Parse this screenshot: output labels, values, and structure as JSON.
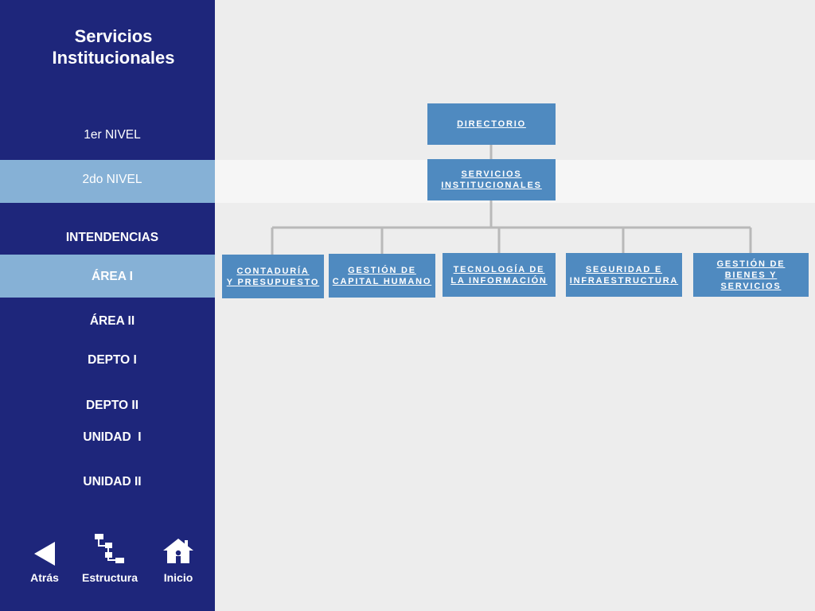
{
  "sidebar": {
    "title": "Servicios\nInstitucionales",
    "items": {
      "nivel1": "1er NIVEL",
      "nivel2": "2do NIVEL",
      "intendencias": "INTENDENCIAS",
      "area1": "ÁREA I",
      "area2": "ÁREA II",
      "depto1": "DEPTO I",
      "depto2": "DEPTO II",
      "unidad1": "UNIDAD  I",
      "unidad2": "UNIDAD II"
    },
    "nav": {
      "back": "Atrás",
      "structure": "Estructura",
      "home": "Inicio"
    }
  },
  "colors": {
    "sidebar": "#1e267b",
    "highlight": "#86b1d6",
    "box": "#4f8ac0",
    "connector": "#b9b9b9",
    "background": "#ededed"
  },
  "org": {
    "directorio": "DIRECTORIO",
    "servicios": "SERVICIOS\nINSTITUCIONALES",
    "areas": [
      "CONTADURÍA\nY PRESUPUESTO",
      "GESTIÓN DE\nCAPITAL HUMANO",
      "TECNOLOGÍA DE\nLA INFORMACIÓN",
      "SEGURIDAD E\nINFRAESTRUCTURA",
      "GESTIÓN DE\nBIENES Y SERVICIOS"
    ]
  }
}
